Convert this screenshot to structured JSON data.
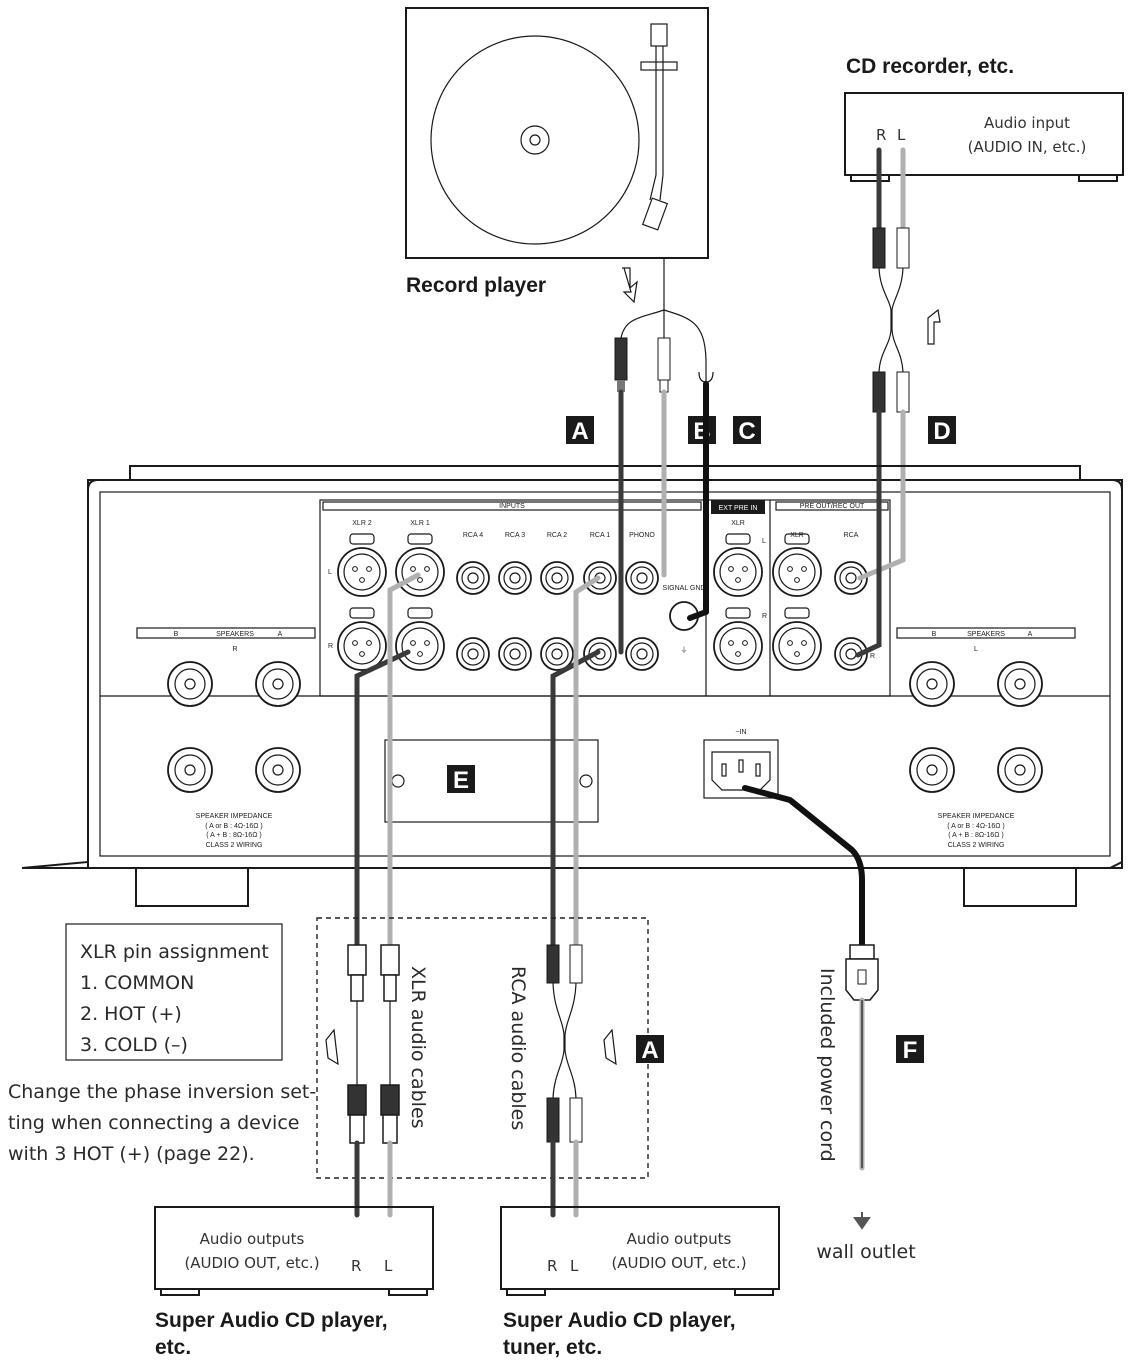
{
  "labels": {
    "record_player": "Record player",
    "cd_recorder": "CD recorder, etc.",
    "cd_recorder_input_line1": "Audio input",
    "cd_recorder_input_line2": "(AUDIO IN, etc.)",
    "rec_R": "R",
    "rec_L": "L",
    "sacd_left_title_line1": "Super Audio CD player,",
    "sacd_left_title_line2": "etc.",
    "sacd_right_title_line1": "Super Audio CD player,",
    "sacd_right_title_line2": "tuner, etc.",
    "audio_outputs_line1": "Audio outputs",
    "audio_outputs_line2": "(AUDIO OUT, etc.)",
    "out_R": "R",
    "out_L": "L",
    "xlr_cables": "XLR audio cables",
    "rca_cables": "RCA audio cables",
    "power_cord": "Included power cord",
    "wall_outlet": "wall outlet",
    "xlr_pin_title": "XLR pin assignment",
    "xlr_pin_1": "1. COMMON",
    "xlr_pin_2": "2. HOT (+)",
    "xlr_pin_3": "3. COLD (–)",
    "phase_note_line1": "Change the phase inversion set-",
    "phase_note_line2": "ting when connecting a device",
    "phase_note_line3": "with 3 HOT (+) (page 22)."
  },
  "letters": {
    "A": "A",
    "B": "B",
    "C": "C",
    "D": "D",
    "E": "E",
    "F": "F"
  },
  "panel": {
    "inputs": "INPUTS",
    "xlr2": "XLR 2",
    "xlr1": "XLR 1",
    "rca4": "RCA 4",
    "rca3": "RCA 3",
    "rca2": "RCA 2",
    "rca1": "RCA 1",
    "phono": "PHONO",
    "ext_pre_in": "EXT PRE IN",
    "xlr": "XLR",
    "pre_out": "PRE OUT/REC OUT",
    "rca": "RCA",
    "signal_gnd": "SIGNAL GND",
    "speakers_b": "B",
    "speakers": "SPEAKERS",
    "speakers_a": "A",
    "speakers_r": "R",
    "speakers_l": "L",
    "ac_in": "~IN",
    "impedance_line1": "SPEAKER IMPEDANCE",
    "impedance_line2": "( A or B : 4Ω-16Ω )",
    "impedance_line3": "( A + B : 8Ω-16Ω )",
    "impedance_line4": "CLASS 2 WIRING",
    "chan_L": "L",
    "chan_R": "R"
  }
}
